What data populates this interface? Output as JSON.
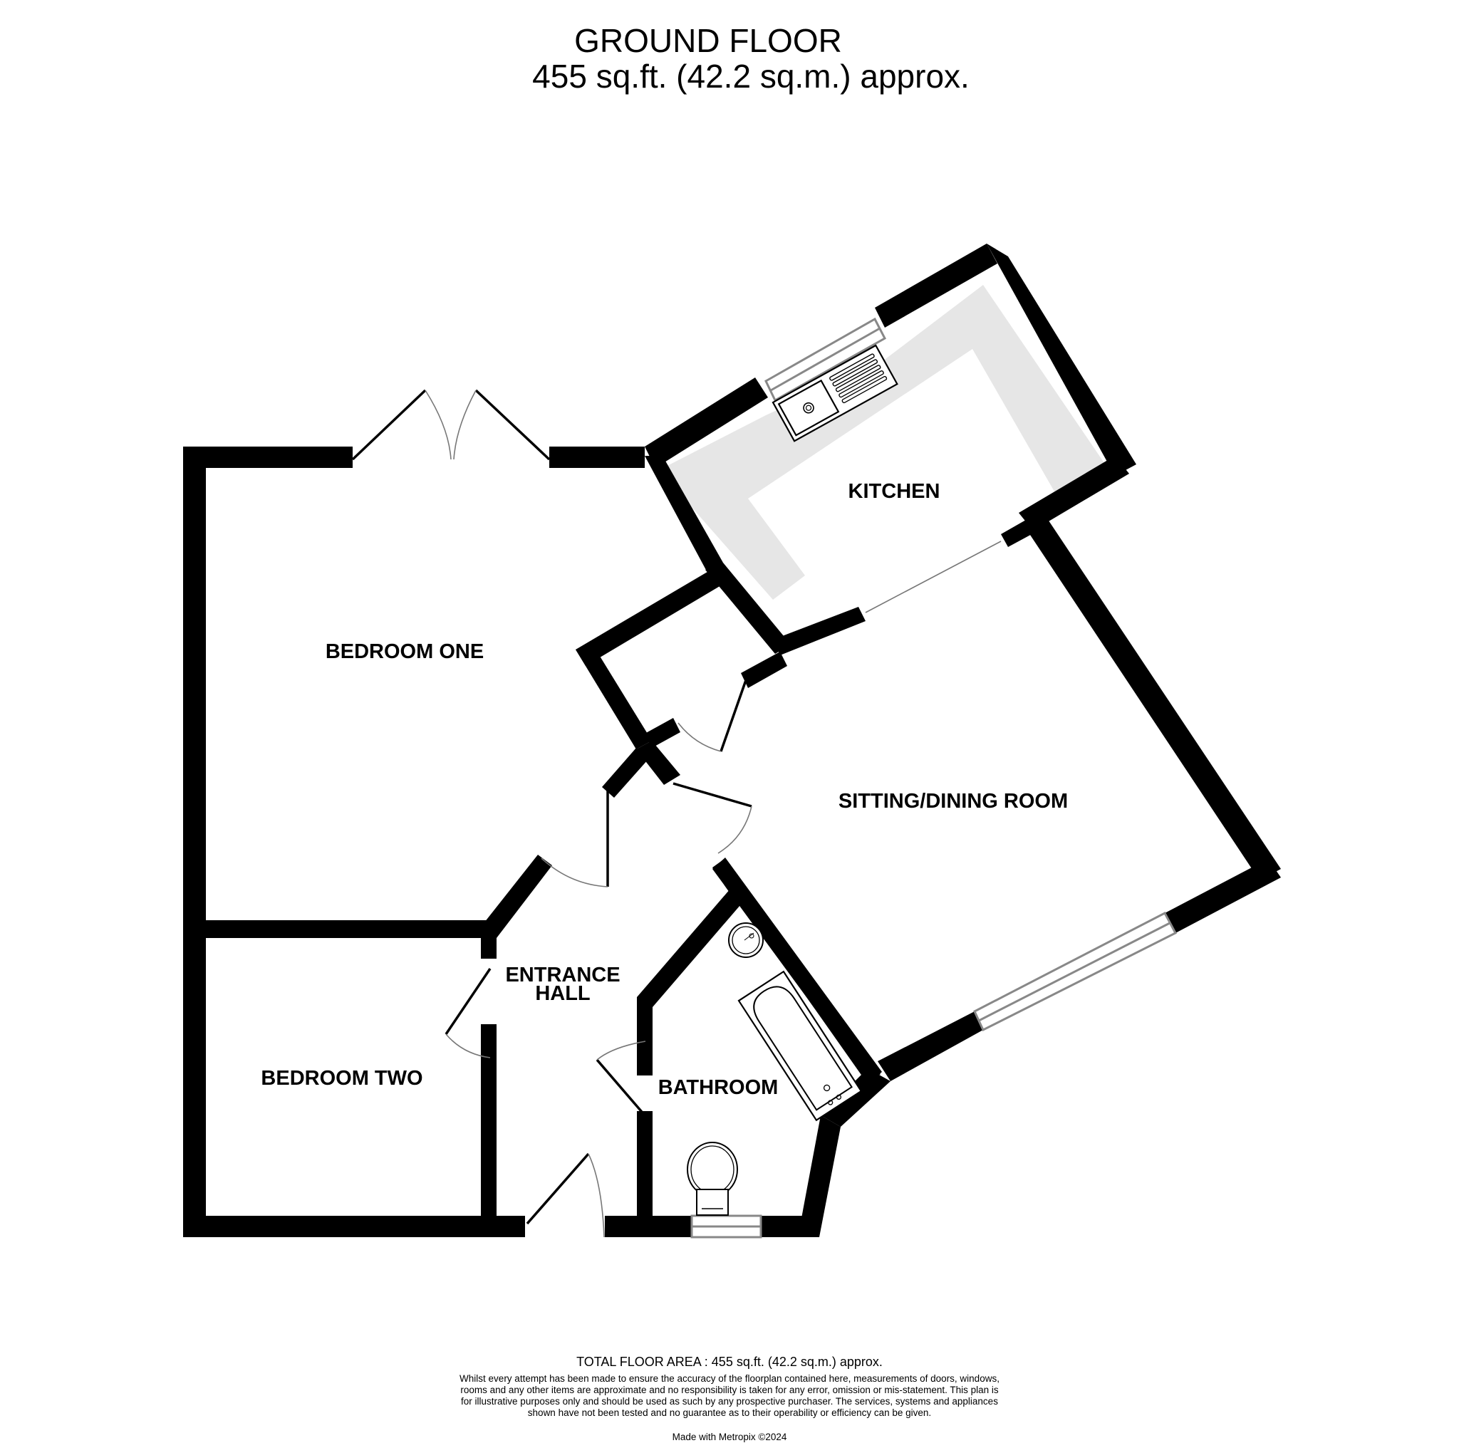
{
  "header": {
    "floor_name": "GROUND FLOOR",
    "floor_area": "455 sq.ft. (42.2 sq.m.) approx."
  },
  "rooms": {
    "kitchen": "KITCHEN",
    "bedroom_one": "BEDROOM ONE",
    "sitting_dining": "SITTING/DINING ROOM",
    "entrance_hall_line1": "ENTRANCE",
    "entrance_hall_line2": "HALL",
    "bedroom_two": "BEDROOM TWO",
    "bathroom": "BATHROOM"
  },
  "fixtures": [
    "sink-with-drainer",
    "kitchen-worktop",
    "bath",
    "wash-basin",
    "toilet"
  ],
  "colors": {
    "wall": "#000000",
    "worktop": "#e6e6e6",
    "window_frame": "#888888",
    "background": "#ffffff"
  },
  "footer": {
    "total_area": "TOTAL FLOOR AREA : 455 sq.ft. (42.2 sq.m.) approx.",
    "disclaimer": "Whilst every attempt has been made to ensure the accuracy of the floorplan contained here, measurements of doors, windows, rooms and any other items are approximate and no responsibility is taken for any error, omission or mis-statement. This plan is for illustrative purposes only and should be used as such by any prospective purchaser. The services, systems and appliances shown have not been tested and no guarantee as to their operability or efficiency can be given.",
    "made_with": "Made with Metropix ©2024"
  }
}
